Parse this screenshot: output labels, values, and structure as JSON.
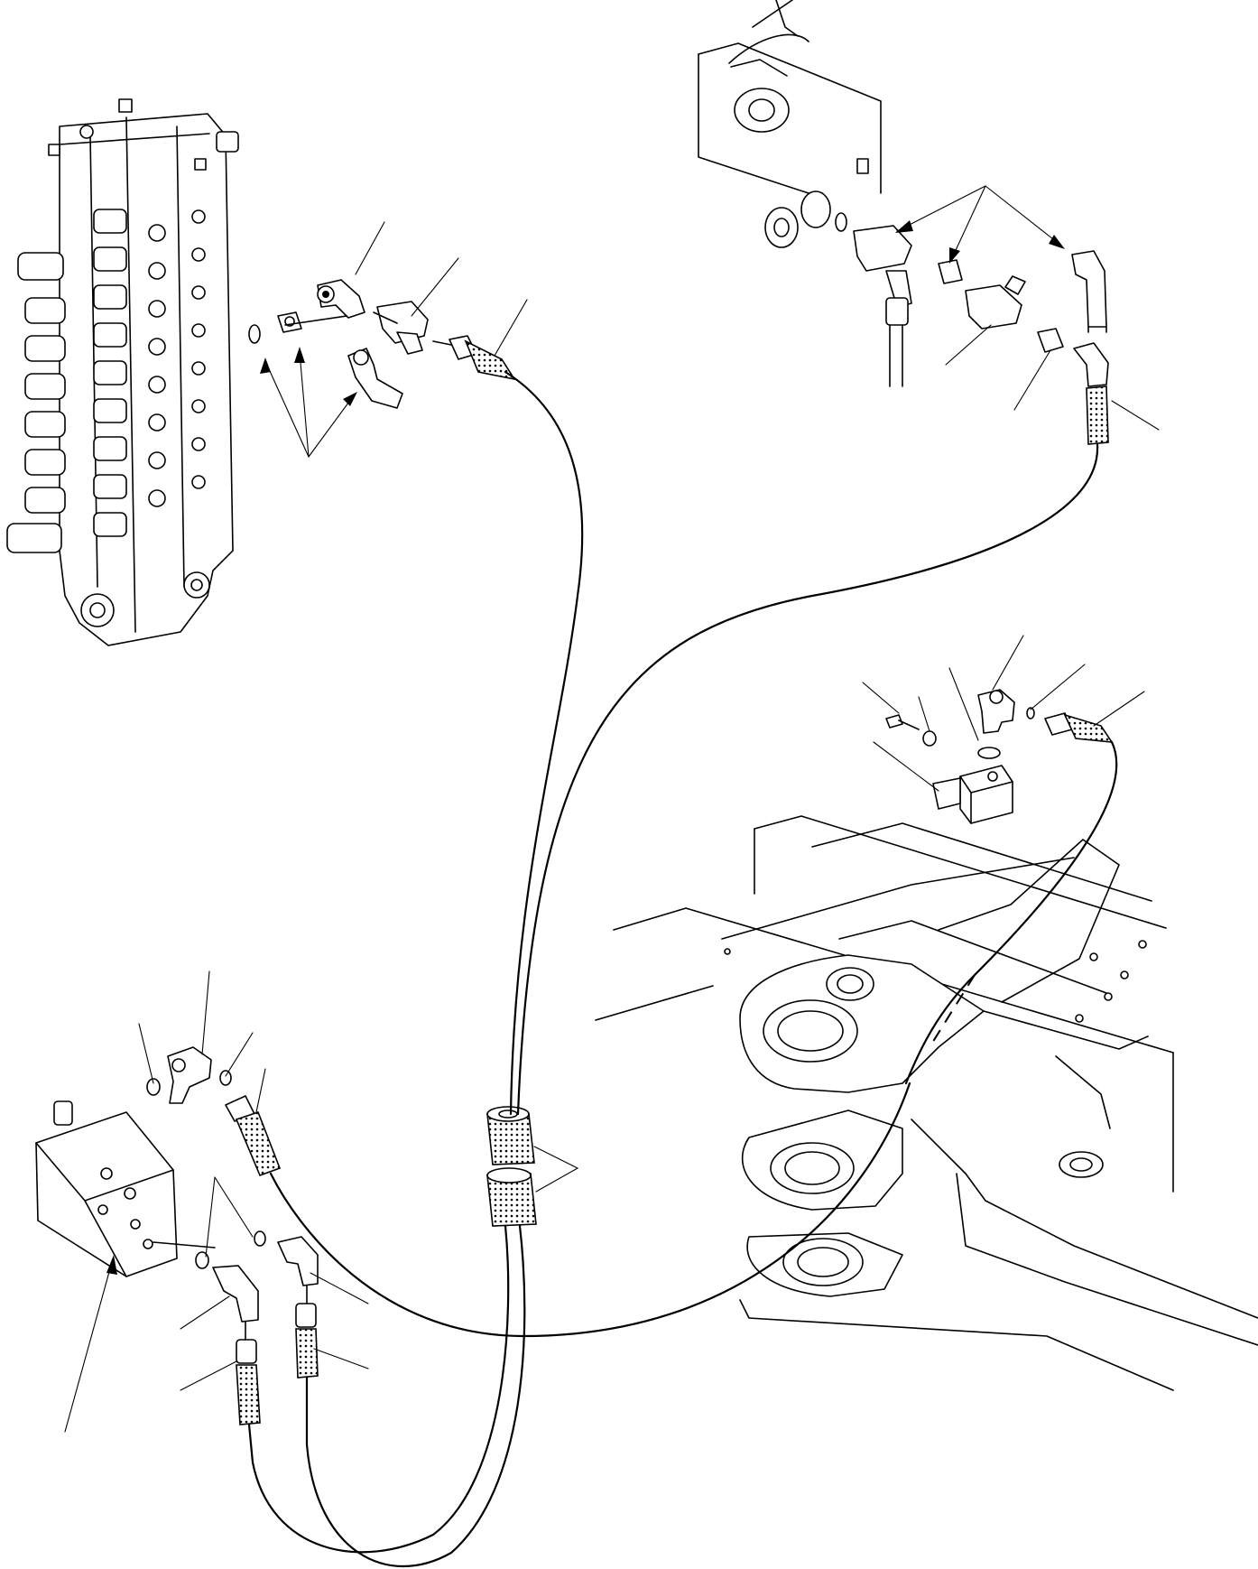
{
  "figure": {
    "kind": "exploded parts drawing",
    "callout_labels": []
  },
  "components": {
    "control_valve": "control-valve-stack",
    "boom_base": "boom-foot-bracket",
    "tank": "hydraulic-tank-corner",
    "solenoid": "solenoid-valve-block",
    "safety_valve": "hose-burst-valve-block",
    "clamps": "hose-clamp-pair"
  },
  "colors": {
    "line": "#000000",
    "background": "#ffffff"
  }
}
